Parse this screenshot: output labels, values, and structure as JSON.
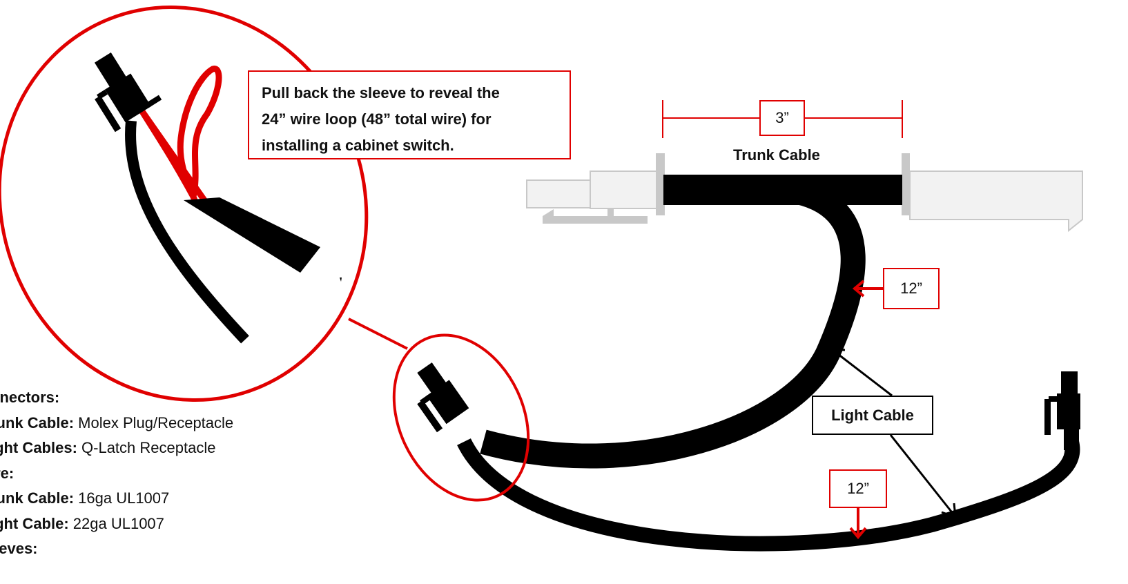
{
  "callout": {
    "lines": [
      "Pull back the sleeve to reveal the",
      "24” wire loop (48” total wire) for",
      "installing a cabinet switch."
    ]
  },
  "dimensions": {
    "trunk_length": "3”",
    "light_cable_upper": "12”",
    "light_cable_lower": "12”"
  },
  "labels": {
    "trunk_cable": "Trunk Cable",
    "light_cable": "Light Cable"
  },
  "specs": {
    "connectors_heading": "nnectors:",
    "trunk_connector_label": "runk Cable:",
    "trunk_connector_value": " Molex Plug/Receptacle",
    "light_connector_label": "ight Cables:",
    "light_connector_value": " Q-Latch Receptacle",
    "wire_heading": "ire:",
    "trunk_wire_label": "runk Cable:",
    "trunk_wire_value": " 16ga UL1007",
    "light_wire_label": "ight Cable:",
    "light_wire_value": " 22ga UL1007",
    "sleeves_heading": "eeves:"
  },
  "colors": {
    "accent": "#e00000",
    "cable": "#000000",
    "connector_body": "#f0f0f0",
    "connector_outline": "#c8c8c8"
  }
}
